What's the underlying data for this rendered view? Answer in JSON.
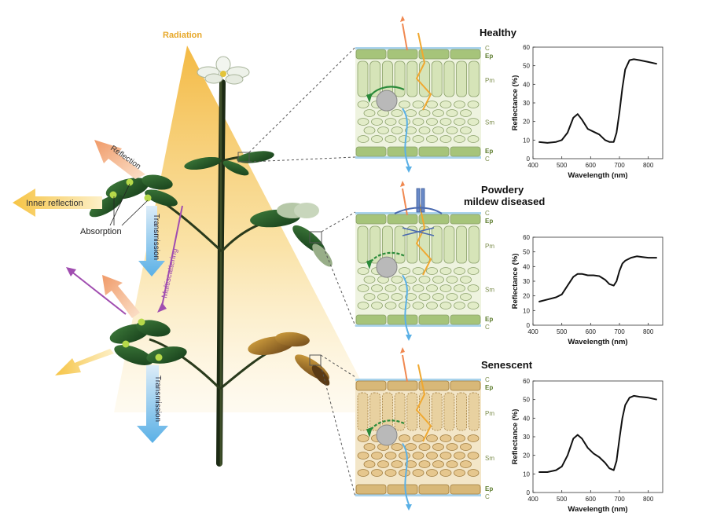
{
  "plant": {
    "radiation_label": "Radiation",
    "reflection_label": "Reflection",
    "inner_reflection_label": "Inner reflection",
    "absorption_label": "Absorption",
    "transmission_label": "Transmission",
    "multiscattering_label": "Multiscattering",
    "transmission2_label": "Transmission",
    "colors": {
      "radiation": "#f5c242",
      "reflection": "#f0a070",
      "inner_reflection": "#f8c850",
      "transmission": "#6ab8e8",
      "multiscattering": "#a04db0"
    }
  },
  "layers": {
    "cuticle": "C",
    "epidermis": "Ep",
    "palisade": "Pm",
    "spongy": "Sm"
  },
  "chart_data": [
    {
      "type": "line",
      "title": "Healthy",
      "xlabel": "Wavelength (nm)",
      "ylabel": "Reflectance (%)",
      "xlim": [
        400,
        850
      ],
      "ylim": [
        0,
        60
      ],
      "xticks": [
        400,
        500,
        600,
        700,
        800
      ],
      "yticks": [
        0,
        10,
        20,
        30,
        40,
        50,
        60
      ],
      "x": [
        420,
        450,
        480,
        500,
        520,
        540,
        555,
        570,
        590,
        610,
        630,
        650,
        665,
        680,
        690,
        700,
        710,
        720,
        735,
        750,
        770,
        800,
        830
      ],
      "y": [
        9,
        8.5,
        9,
        10,
        14,
        22,
        24,
        21,
        16,
        14.5,
        13,
        10,
        9,
        9,
        14,
        25,
        38,
        48,
        53,
        53.5,
        53,
        52,
        51
      ]
    },
    {
      "type": "line",
      "title": "Powdery mildew diseased",
      "xlabel": "Wavelength (nm)",
      "ylabel": "Reflectance (%)",
      "xlim": [
        400,
        850
      ],
      "ylim": [
        0,
        60
      ],
      "xticks": [
        400,
        500,
        600,
        700,
        800
      ],
      "yticks": [
        0,
        10,
        20,
        30,
        40,
        50,
        60
      ],
      "x": [
        420,
        450,
        480,
        500,
        520,
        540,
        555,
        570,
        590,
        610,
        630,
        650,
        665,
        680,
        690,
        700,
        710,
        720,
        740,
        760,
        780,
        800,
        830
      ],
      "y": [
        16,
        17.5,
        19,
        21,
        27,
        33,
        35,
        35,
        34,
        34,
        33.5,
        31,
        28,
        27,
        30,
        37,
        42,
        44,
        46,
        47,
        46.5,
        46,
        46
      ]
    },
    {
      "type": "line",
      "title": "Senescent",
      "xlabel": "Wavelength (nm)",
      "ylabel": "Reflectance (%)",
      "xlim": [
        400,
        850
      ],
      "ylim": [
        0,
        60
      ],
      "xticks": [
        400,
        500,
        600,
        700,
        800
      ],
      "yticks": [
        0,
        10,
        20,
        30,
        40,
        50,
        60
      ],
      "x": [
        420,
        450,
        480,
        500,
        520,
        540,
        555,
        570,
        590,
        610,
        630,
        650,
        665,
        680,
        690,
        700,
        710,
        720,
        735,
        750,
        770,
        800,
        830
      ],
      "y": [
        11,
        11,
        12,
        14,
        20,
        29,
        31,
        29,
        24,
        21,
        19,
        16,
        13,
        12,
        17,
        29,
        40,
        47,
        51,
        52,
        51.5,
        51,
        50
      ]
    }
  ]
}
